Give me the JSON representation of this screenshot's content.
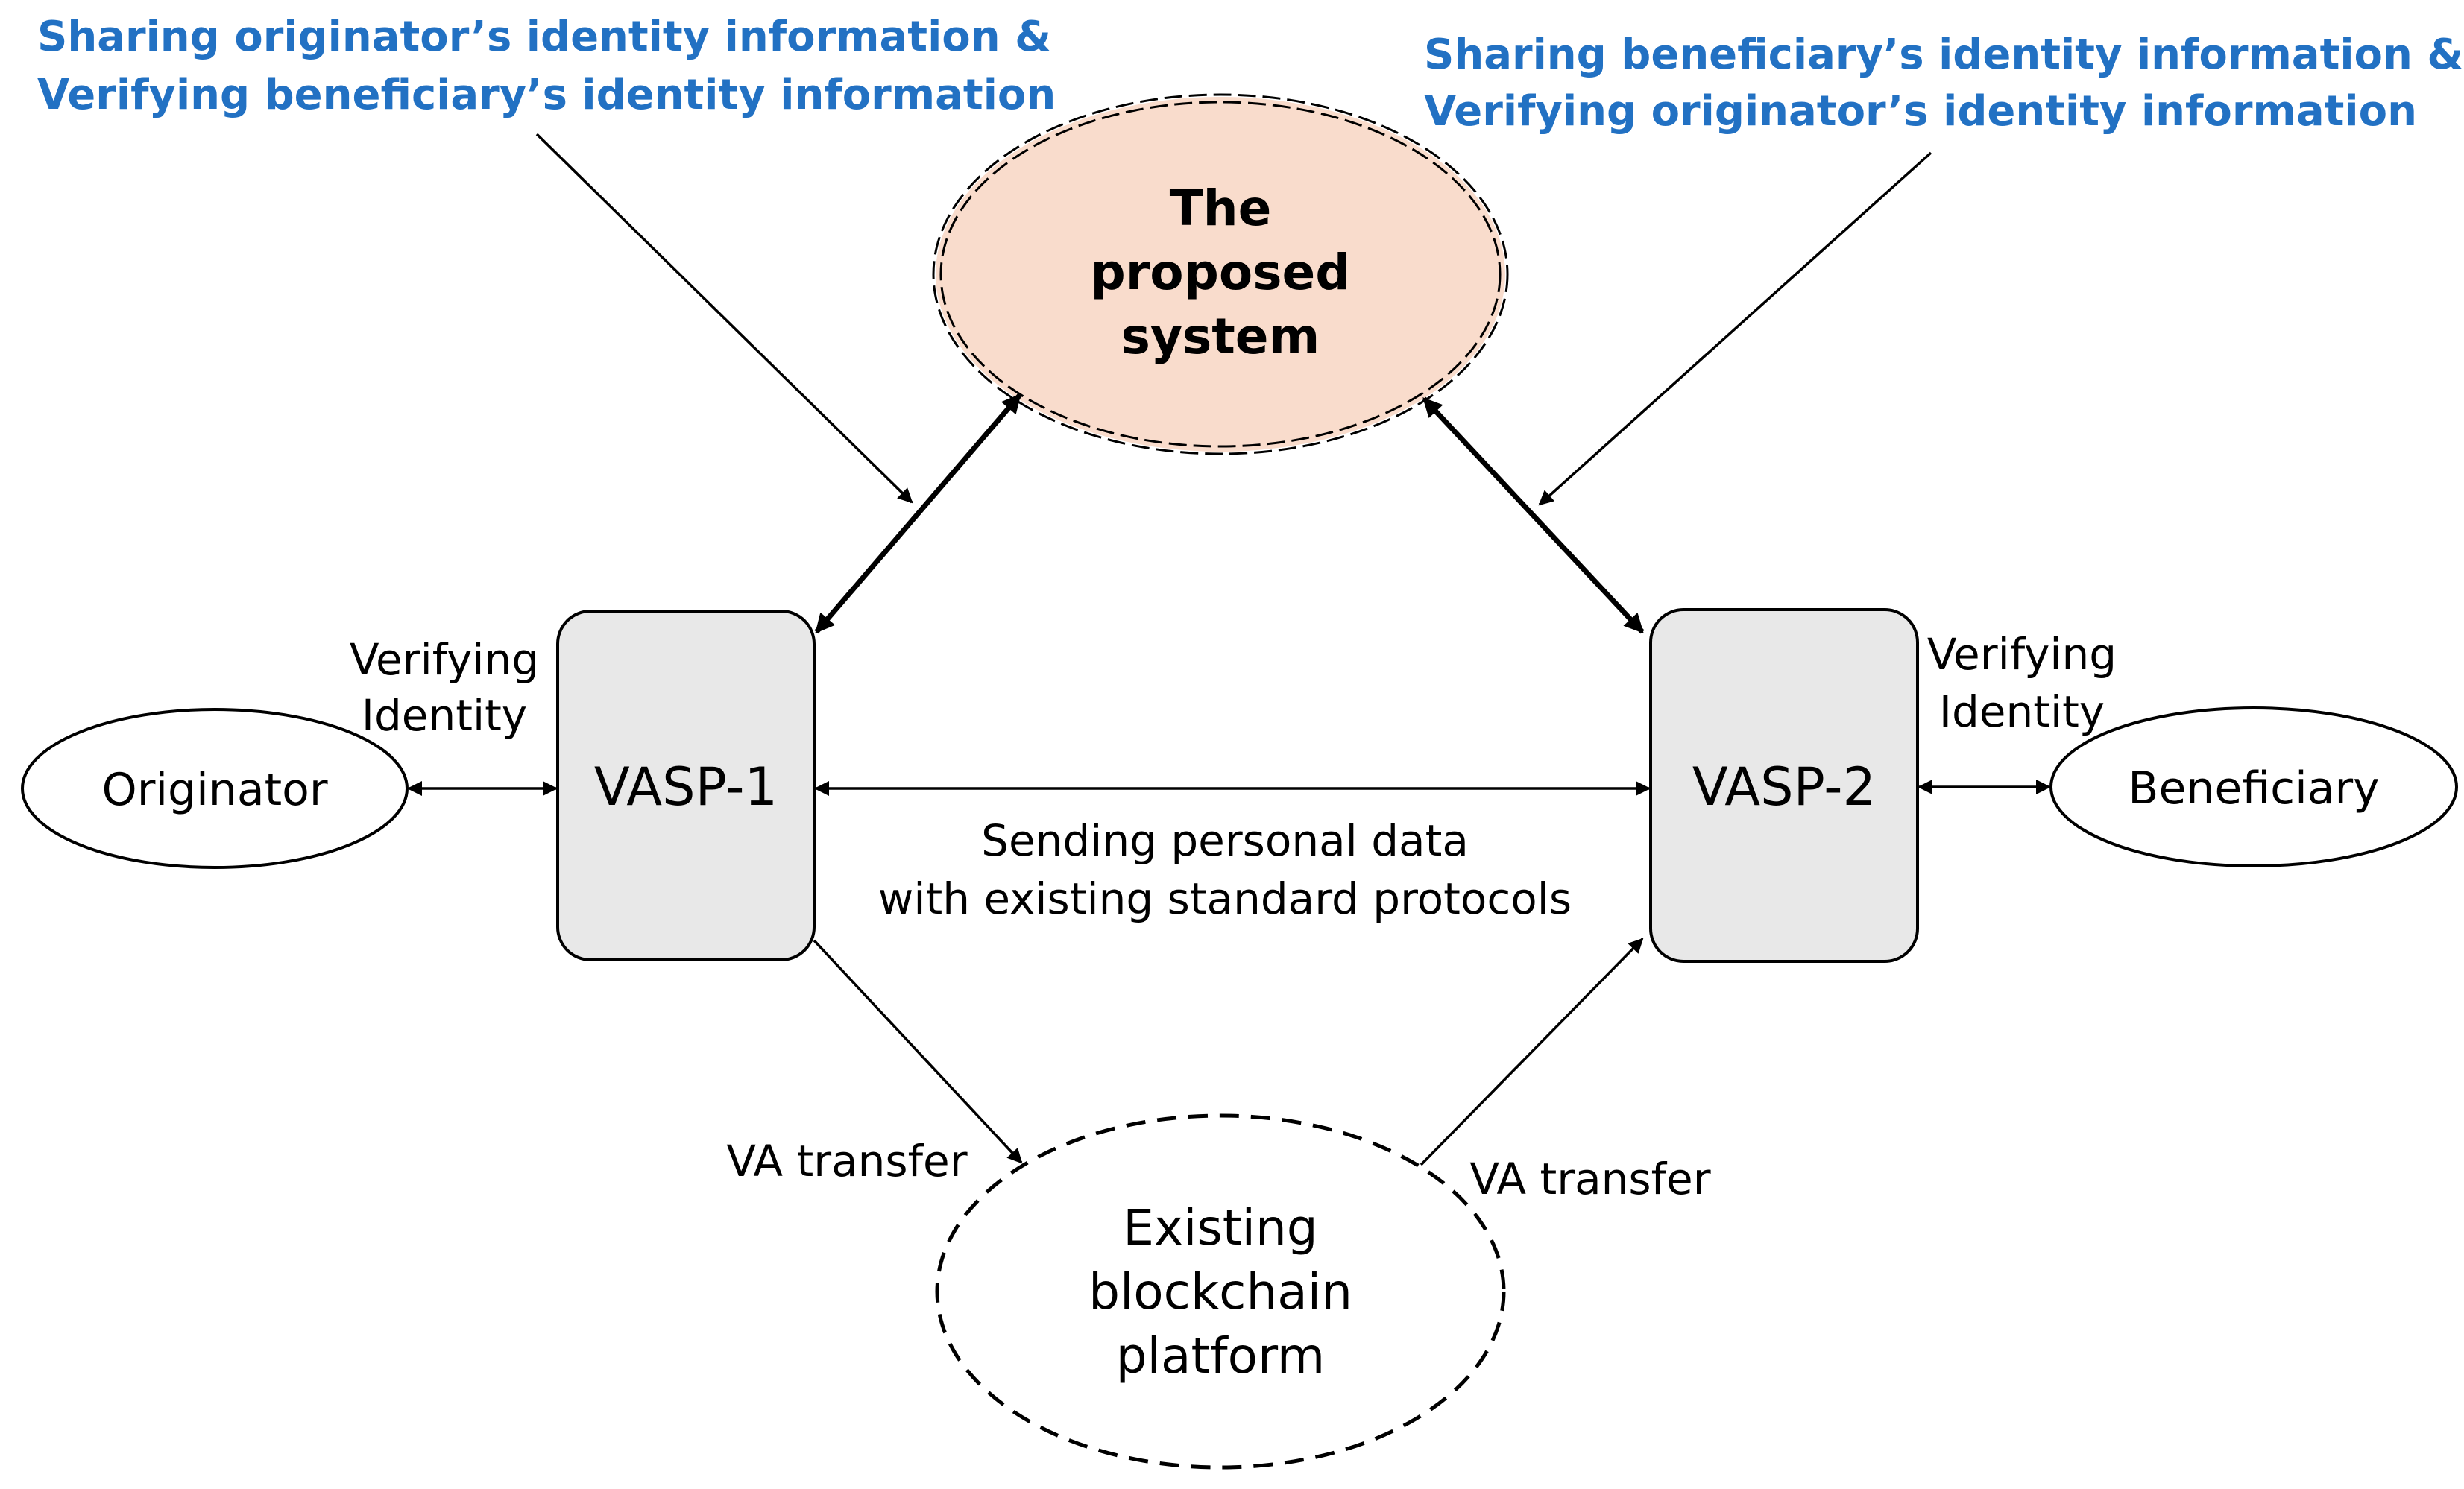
{
  "colors": {
    "annotation_text": "#2271C3",
    "proposed_fill": "#F9DCCC",
    "vasp_fill": "#E8E8E8",
    "stroke": "#000000"
  },
  "annotations": {
    "left": [
      "Sharing originator’s identity information &",
      "Verifying beneficiary’s identity information"
    ],
    "right": [
      "Sharing beneficiary’s identity information &",
      "Verifying originator’s identity information"
    ]
  },
  "nodes": {
    "proposed": [
      "The",
      "proposed",
      "system"
    ],
    "vasp1": "VASP-1",
    "vasp2": "VASP-2",
    "originator": "Originator",
    "beneficiary": "Beneficiary",
    "blockchain": [
      "Existing",
      "blockchain",
      "platform"
    ]
  },
  "edges": {
    "verify_left": [
      "Verifying",
      "Identity"
    ],
    "verify_right": [
      "Verifying",
      "Identity"
    ],
    "vasp_link": [
      "Sending personal data",
      "with existing standard protocols"
    ],
    "va_transfer_left": "VA transfer",
    "va_transfer_right": "VA transfer"
  }
}
